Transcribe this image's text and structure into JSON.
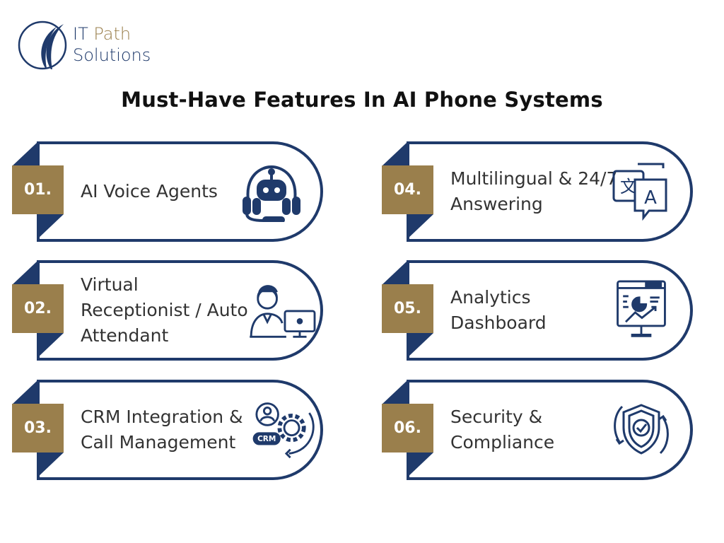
{
  "logo": {
    "line1_a": "IT",
    "line1_b": "Path",
    "line2": "Solutions"
  },
  "title": "Must-Have Features In AI Phone Systems",
  "colors": {
    "navy": "#1f3a6b",
    "gold": "#9a7f4c"
  },
  "features": [
    {
      "number": "01.",
      "label": "AI Voice Agents",
      "icon": "robot-headset-icon"
    },
    {
      "number": "02.",
      "label": "Virtual Receptionist / Auto Attendant",
      "icon": "receptionist-computer-icon"
    },
    {
      "number": "03.",
      "label": "CRM Integration & Call Management",
      "icon": "crm-gear-icon"
    },
    {
      "number": "04.",
      "label": "Multilingual & 24/7 Answering",
      "icon": "translate-icon"
    },
    {
      "number": "05.",
      "label": "Analytics Dashboard",
      "icon": "analytics-monitor-icon"
    },
    {
      "number": "06.",
      "label": "Security & Compliance",
      "icon": "shield-check-icon"
    }
  ]
}
